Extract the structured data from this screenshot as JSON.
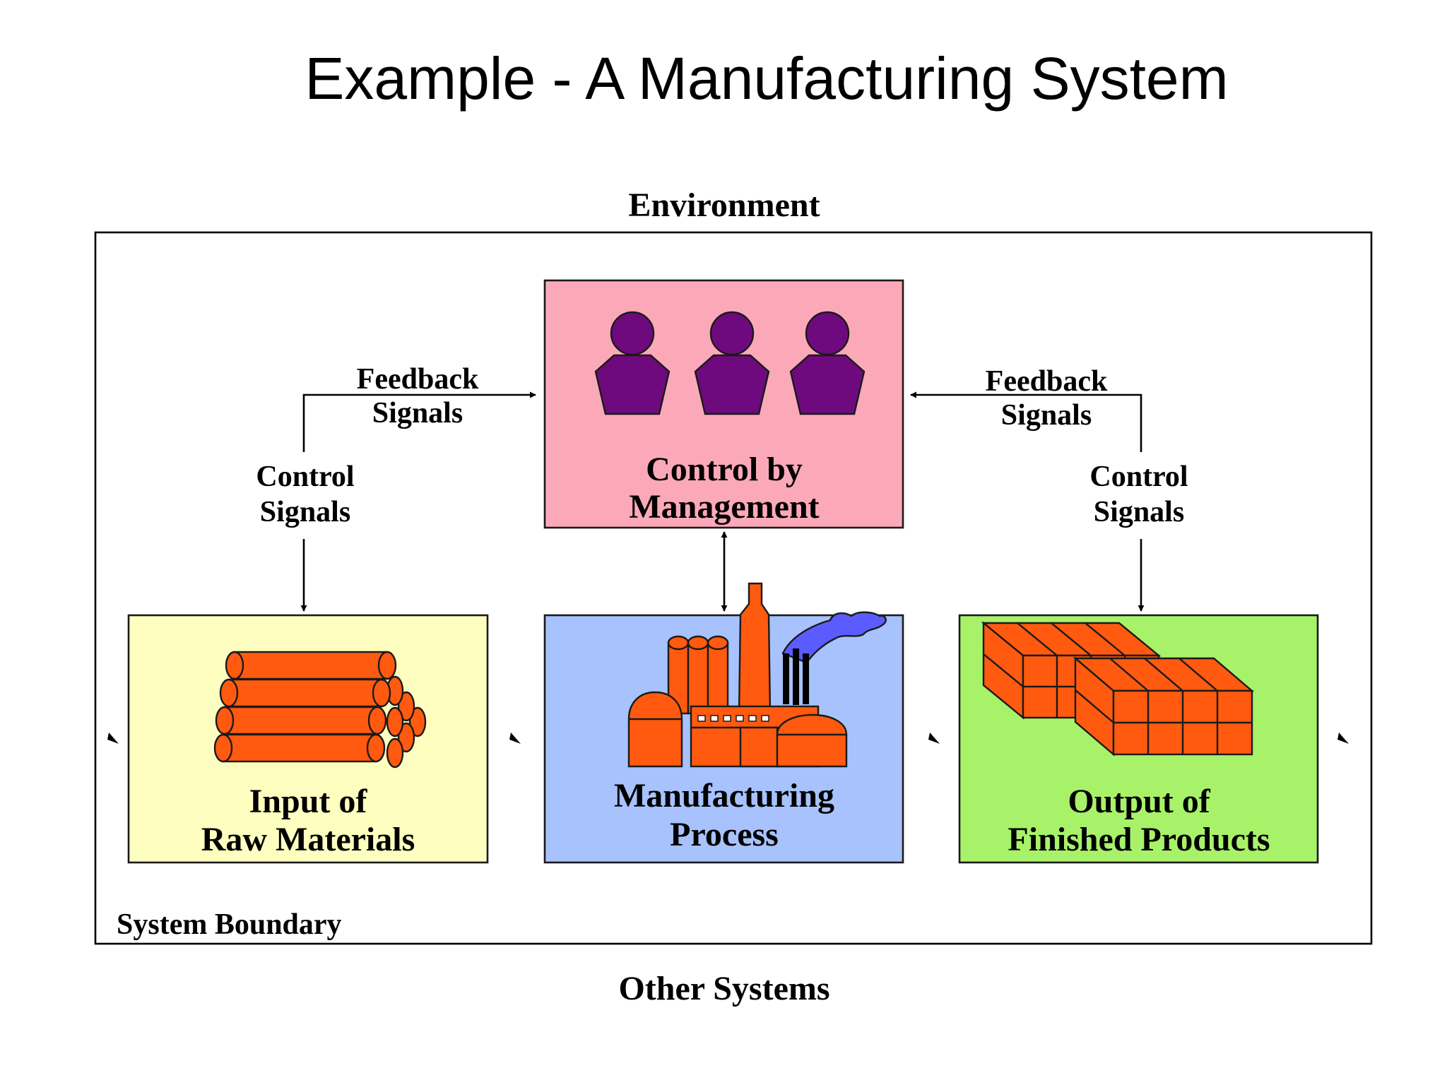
{
  "slide": {
    "title": "Example - A Manufacturing System"
  },
  "labels": {
    "environment": "Environment",
    "other_systems": "Other Systems",
    "system_boundary": "System Boundary"
  },
  "boxes": {
    "control": {
      "line1": "Control by",
      "line2": "Management",
      "color": "#fba9b8"
    },
    "input": {
      "line1": "Input of",
      "line2": "Raw Materials",
      "color": "#fefec0"
    },
    "process": {
      "line1": "Manufacturing",
      "line2": "Process",
      "color": "#a7c2fc"
    },
    "output": {
      "line1": "Output of",
      "line2": "Finished Products",
      "color": "#a8f26a"
    }
  },
  "signals": {
    "feedback_left": {
      "line1": "Feedback",
      "line2": "Signals"
    },
    "feedback_right": {
      "line1": "Feedback",
      "line2": "Signals"
    },
    "control_left": {
      "line1": "Control",
      "line2": "Signals"
    },
    "control_right": {
      "line1": "Control",
      "line2": "Signals"
    }
  },
  "colors": {
    "people": "#6e0a7d",
    "materials": "#ff5a0f",
    "smoke": "#5b5cff"
  },
  "icons": [
    "people-icon",
    "logs-icon",
    "factory-icon",
    "crates-icon"
  ]
}
